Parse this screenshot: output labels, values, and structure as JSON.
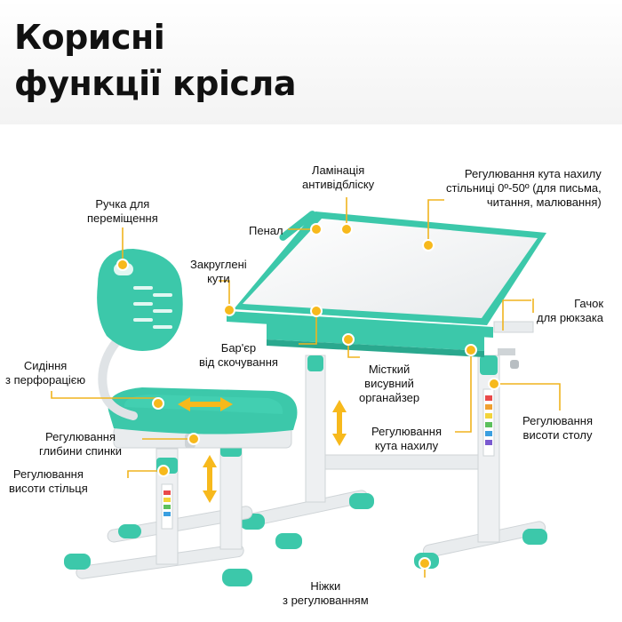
{
  "title": {
    "line1": "Корисні",
    "line2": "функції крісла"
  },
  "colors": {
    "accent": "#3cc8aa",
    "accent_dark": "#2aa88e",
    "frame": "#e9ecee",
    "marker": "#f7b91c",
    "leader": "#f0b41e"
  },
  "callouts": {
    "handle": [
      "Ручка для",
      "переміщення"
    ],
    "lamination": [
      "Ламінація",
      "антивідбліску"
    ],
    "tilt_angle": [
      "Регулювання кута нахилу",
      "стільниці 0º-50º (для письма,",
      "читання, малювання)"
    ],
    "pencil_case": [
      "Пенал"
    ],
    "rounded_corners": [
      "Закруглені",
      "кути"
    ],
    "hook": [
      "Гачок",
      "для рюкзака"
    ],
    "perforated_seat": [
      "Сидіння",
      "з перфорацією"
    ],
    "anti_slip": [
      "Бар'єр",
      "від скочування"
    ],
    "organizer": [
      "Місткий",
      "висувний",
      "органайзер"
    ],
    "back_depth": [
      "Регулювання",
      "глибини спинки"
    ],
    "tilt": [
      "Регулювання",
      "кута нахилу"
    ],
    "desk_height": [
      "Регулювання",
      "висоти столу"
    ],
    "chair_height": [
      "Регулювання",
      "висоти стільця"
    ],
    "legs": [
      "Ніжки",
      "з регулюванням"
    ]
  },
  "icons": {
    "marker": "orange-dot-icon",
    "slide_arrow": "double-arrow-icon"
  }
}
